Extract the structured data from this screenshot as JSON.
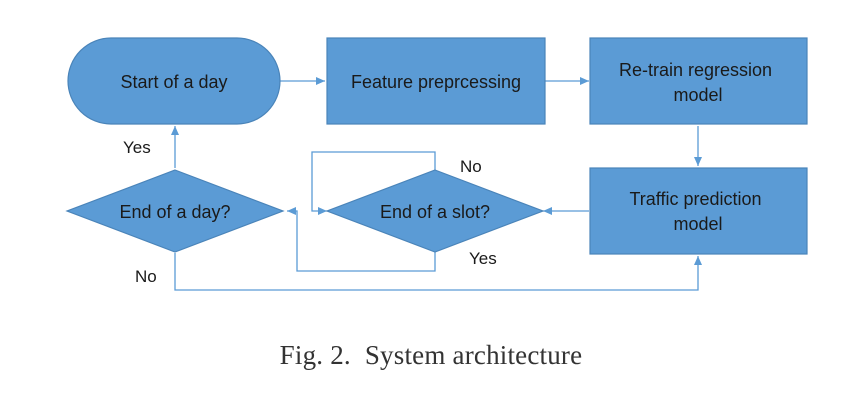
{
  "nodes": {
    "start": "Start of a day",
    "feature": "Feature preprcessing",
    "retrain": [
      "Re-train regression",
      "model"
    ],
    "traffic": [
      "Traffic prediction",
      "model"
    ],
    "end_slot": "End of a slot?",
    "end_day": "End of a day?"
  },
  "edge_labels": {
    "day_yes": "Yes",
    "day_no": "No",
    "slot_no": "No",
    "slot_yes": "Yes"
  },
  "caption": {
    "number": "Fig. 2.",
    "text": "System architecture"
  },
  "colors": {
    "node_fill": "#5b9bd5",
    "node_stroke": "#4a84b9",
    "connector": "#5b9bd5"
  }
}
